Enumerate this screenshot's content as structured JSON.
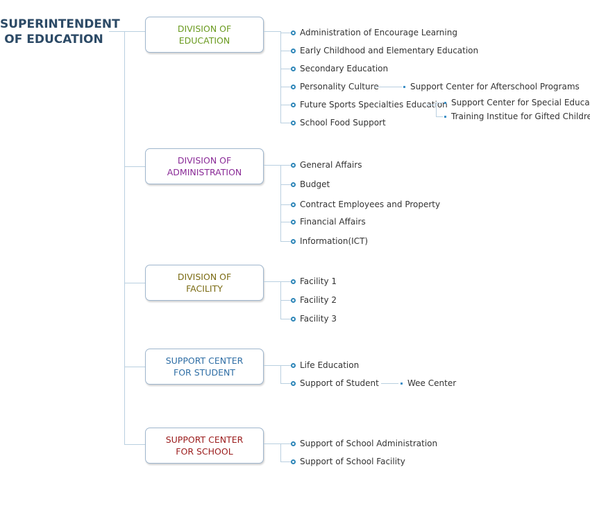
{
  "superintendent": {
    "line1": "SUPERINTENDENT",
    "line2": "OF EDUCATION"
  },
  "colors": {
    "connector": "#b9cfe0",
    "bullet": "#2e86b8"
  },
  "divisions": [
    {
      "line1": "DIVISION OF",
      "line2": "EDUCATION",
      "color": "#6a9a1f",
      "items": [
        "Administration of Encourage Learning",
        "Early Childhood and Elementary Education",
        "Secondary Education",
        "Personality Culture",
        "Future Sports Specialties Education",
        "School Food Support"
      ],
      "subunits": [
        "Support Center for Afterschool Programs",
        "Support Center for Special Education",
        "Training Institue for Gifted Children"
      ]
    },
    {
      "line1": "DIVISION OF",
      "line2": "ADMINISTRATION",
      "color": "#8a2b97",
      "items": [
        "General Affairs",
        "Budget",
        "Contract Employees and Property",
        "Financial Affairs",
        "Information(ICT)"
      ]
    },
    {
      "line1": "DIVISION OF",
      "line2": "FACILITY",
      "color": "#7a6a12",
      "items": [
        "Facility 1",
        "Facility 2",
        "Facility 3"
      ]
    },
    {
      "line1": "SUPPORT CENTER",
      "line2": "FOR STUDENT",
      "color": "#2f6ea5",
      "items": [
        "Life Education",
        "Support of Student"
      ],
      "subunits": [
        "Wee Center"
      ]
    },
    {
      "line1": "SUPPORT CENTER",
      "line2": "FOR SCHOOL",
      "color": "#9b1c1c",
      "items": [
        "Support of School Administration",
        "Support of School Facility"
      ]
    }
  ]
}
